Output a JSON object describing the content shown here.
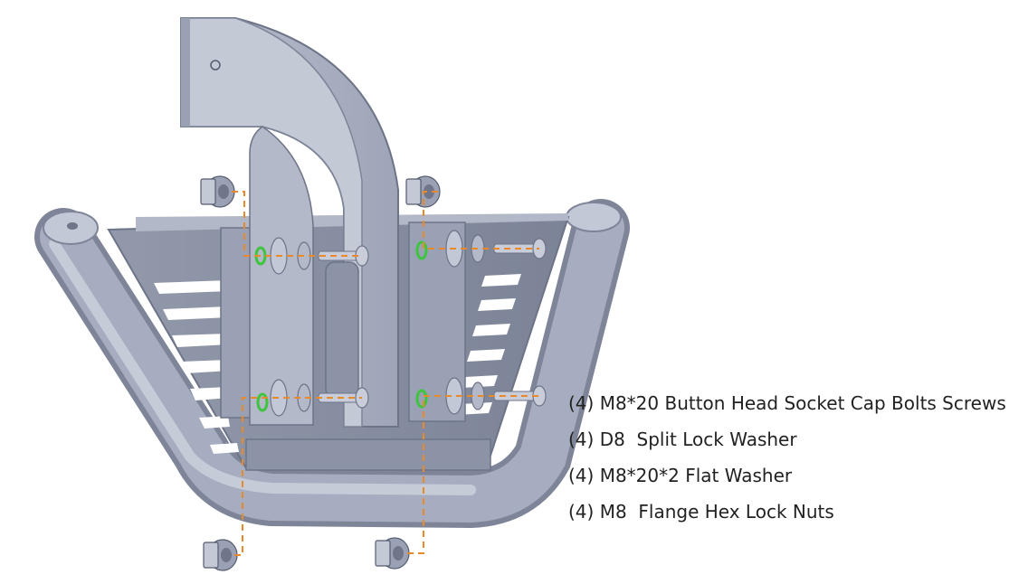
{
  "parts": [
    "(4) M8*20 Button Head Socket Cap Bolts Screws",
    "(4) D8  Split Lock Washer",
    "(4) M8*20*2 Flat Washer",
    "(4) M8  Flange Hex Lock Nuts"
  ],
  "colors": {
    "metal": "#a6adc0",
    "metal_dark": "#79809a",
    "metal_light": "#c3c8d6",
    "slot": "#ffffff",
    "leader": "#e8892a",
    "nut_marker": "#3ec43e"
  }
}
